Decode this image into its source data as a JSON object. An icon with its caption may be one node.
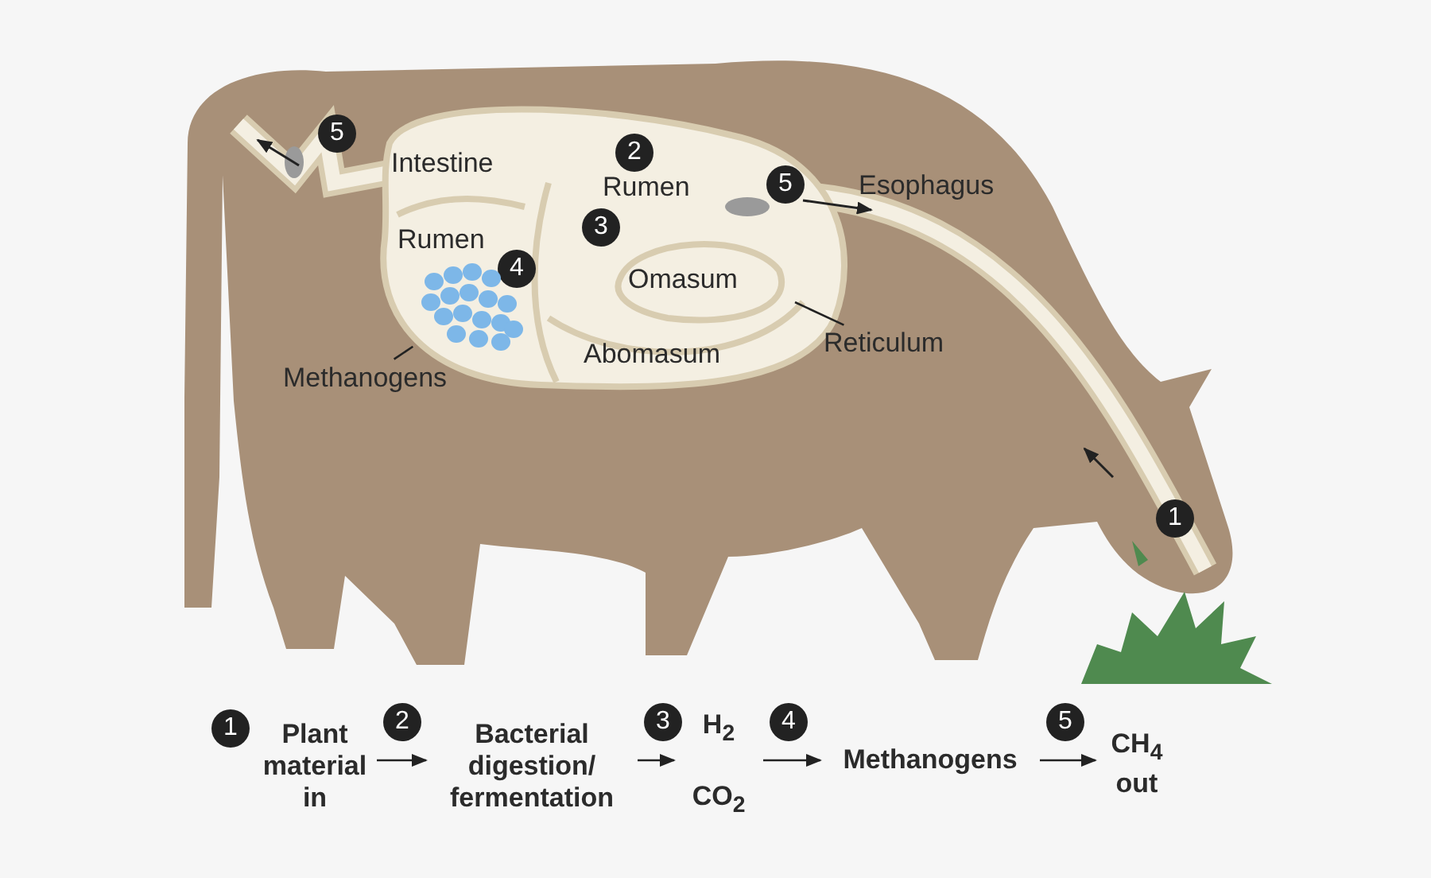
{
  "diagram": {
    "nodes": [
      {
        "text": [
          "Methanogens"
        ]
      },
      {
        "text": [],
        "shape": "picture"
      },
      {
        "text": [
          "Reticulum"
        ]
      },
      {
        "text": [
          "Plant material in"
        ],
        "beside": [
          "1"
        ]
      },
      {
        "text": [
          "Bacterial digestion/ fermentation"
        ]
      },
      {
        "text": [
          "H$_{2}$",
          "CO$_{2}$"
        ]
      },
      {
        "text": [
          "Methanogens"
        ]
      },
      {
        "text": [
          "CH$_{4}$ out"
        ]
      }
    ],
    "edges": [
      {
        "from": 0,
        "to": 1,
        "arrow": "none"
      },
      {
        "from": 2,
        "to": null,
        "arrow": "none"
      },
      {
        "from": 3,
        "to": 4,
        "arrow": "to",
        "label": "2"
      },
      {
        "from": 4,
        "to": 5,
        "arrow": "to",
        "label": "3"
      },
      {
        "from": 5,
        "to": 6,
        "arrow": "to",
        "label": "4"
      },
      {
        "from": 6,
        "to": 7,
        "arrow": "to",
        "label": "5"
      }
    ],
    "labels": [
      "5",
      "Intestine",
      "2",
      "Rumen",
      "5",
      "Esophagus",
      "3",
      "Rumen",
      "4",
      "Omasum",
      "Abomasum",
      "1"
    ]
  }
}
